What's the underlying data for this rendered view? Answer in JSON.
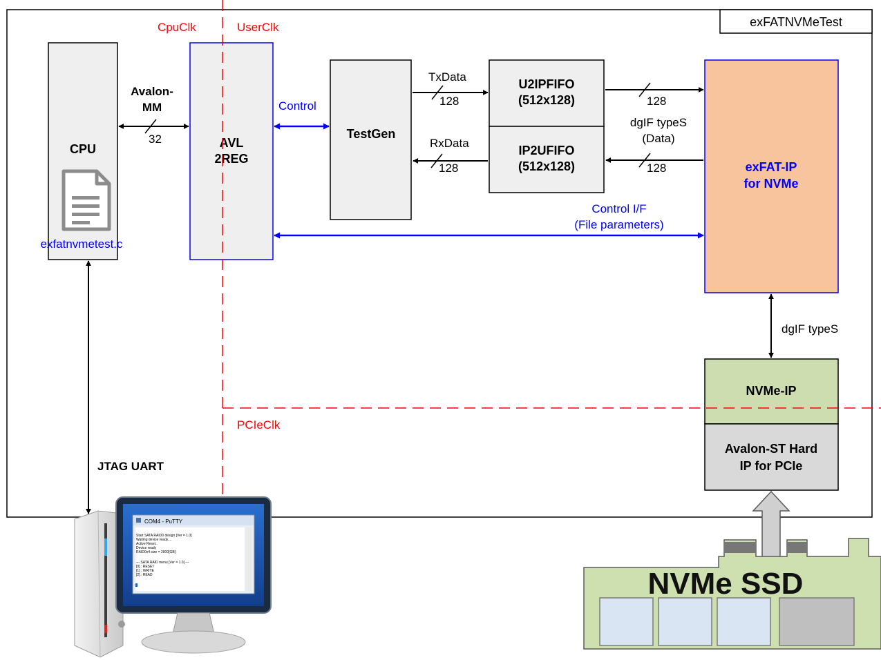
{
  "top_label": "exFATNVMeTest",
  "clocks": {
    "cpu": "CpuClk",
    "user": "UserClk",
    "pcie": "PCIeClk"
  },
  "blocks": {
    "cpu": "CPU",
    "cpu_file": "exfatnvmetest.c",
    "avl_line1": "AVL",
    "avl_line2": "2REG",
    "testgen": "TestGen",
    "u2ip_line1": "U2IPFIFO",
    "u2ip_line2": "(512x128)",
    "ip2u_line1": "IP2UFIFO",
    "ip2u_line2": "(512x128)",
    "exfat_line1": "exFAT-IP",
    "exfat_line2": "for NVMe",
    "nvme_ip": "NVMe-IP",
    "hardip_line1": "Avalon-ST Hard",
    "hardip_line2": "IP for PCIe",
    "ssd": "NVMe SSD"
  },
  "signals": {
    "avalon_line1": "Avalon-",
    "avalon_line2": "MM",
    "avalon_width": "32",
    "control": "Control",
    "txdata": "TxData",
    "tx_width": "128",
    "rxdata": "RxData",
    "rx_width": "128",
    "u2ip_out_width": "128",
    "ip2u_in_width": "128",
    "dgif_line1": "dgIF typeS",
    "dgif_line2": "(Data)",
    "ctrl_if_line1": "Control I/F",
    "ctrl_if_line2": "(File parameters)",
    "dgif_typeS": "dgIF typeS",
    "jtag": "JTAG UART"
  },
  "terminal": {
    "title": "COM4 - PuTTY",
    "lines": [
      "Start SATA RAID0 design [Ver = 1.0]",
      "Waiting device ready....",
      "Active Reset..",
      "Device ready",
      "RAID0x4 size = 2000[GB]",
      "",
      "--- SATA RAID menu [Ver = 1.0] ---",
      "[0] : RESET",
      "[1] : WRITE",
      "[2] : READ"
    ]
  },
  "colors": {
    "clock_line": "#ff0000",
    "control_blue": "#0000ff",
    "block_fill": "#efefef",
    "exfat_fill": "#f7c49e",
    "nvme_fill": "#cdddb0",
    "hardip_fill": "#d9d9d9",
    "ssd_fill": "#cfe0b0"
  }
}
